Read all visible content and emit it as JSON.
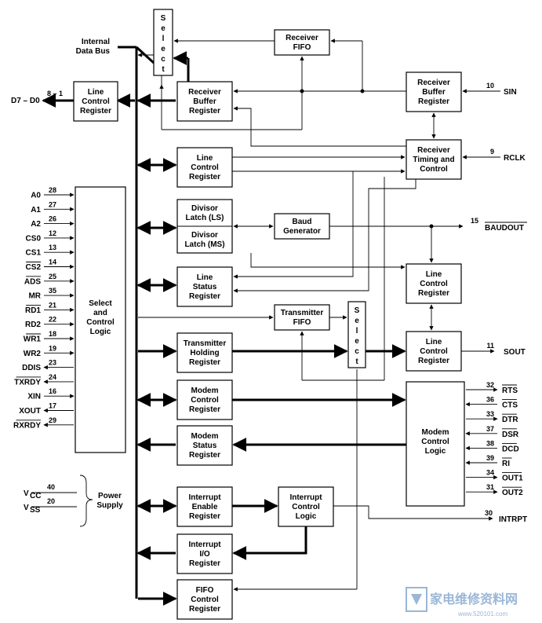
{
  "internal_bus": [
    "Internal",
    "Data Bus"
  ],
  "data_bus": {
    "label": "D7 – D0",
    "pin": "8 – 1"
  },
  "blocks": {
    "select_top": "Select",
    "receiver_fifo": [
      "Receiver",
      "FIFO"
    ],
    "line_control_left": [
      "Line",
      "Control",
      "Register"
    ],
    "receiver_buffer_inner": [
      "Receiver",
      "Buffer",
      "Register"
    ],
    "receiver_buffer_right": [
      "Receiver",
      "Buffer",
      "Register"
    ],
    "line_control_mid": [
      "Line",
      "Control",
      "Register"
    ],
    "receiver_timing": [
      "Receiver",
      "Timing and",
      "Control"
    ],
    "divisor_ls": [
      "Divisor",
      "Latch (LS)"
    ],
    "divisor_ms": [
      "Divisor",
      "Latch (MS)"
    ],
    "baud_generator": [
      "Baud",
      "Generator"
    ],
    "line_status": [
      "Line",
      "Status",
      "Register"
    ],
    "line_control_right": [
      "Line",
      "Control",
      "Register"
    ],
    "select_control_logic": [
      "Select",
      "and",
      "Control",
      "Logic"
    ],
    "transmitter_fifo": [
      "Transmitter",
      "FIFO"
    ],
    "select_bottom": "Select",
    "transmitter_holding": [
      "Transmitter",
      "Holding",
      "Register"
    ],
    "line_control_tx": [
      "Line",
      "Control",
      "Register"
    ],
    "modem_control_reg": [
      "Modem",
      "Control",
      "Register"
    ],
    "modem_status_reg": [
      "Modem",
      "Status",
      "Register"
    ],
    "modem_control_logic": [
      "Modem",
      "Control",
      "Logic"
    ],
    "interrupt_enable": [
      "Interrupt",
      "Enable",
      "Register"
    ],
    "interrupt_control": [
      "Interrupt",
      "Control",
      "Logic"
    ],
    "interrupt_io": [
      "Interrupt",
      "I/O",
      "Register"
    ],
    "fifo_control": [
      "FIFO",
      "Control",
      "Register"
    ],
    "power_supply": [
      "Power",
      "Supply"
    ]
  },
  "right_signals": {
    "sin": {
      "label": "SIN",
      "pin": "10"
    },
    "rclk": {
      "label": "RCLK",
      "pin": "9"
    },
    "baudout": {
      "label": "BAUDOUT",
      "pin": "15"
    },
    "sout": {
      "label": "SOUT",
      "pin": "11"
    },
    "intrpt": {
      "label": "INTRPT",
      "pin": "30"
    }
  },
  "modem_signals": [
    {
      "label": "RTS",
      "pin": "32",
      "dir": "out"
    },
    {
      "label": "CTS",
      "pin": "36",
      "dir": "in"
    },
    {
      "label": "DTR",
      "pin": "33",
      "dir": "out"
    },
    {
      "label": "DSR",
      "pin": "37",
      "dir": "in"
    },
    {
      "label": "DCD",
      "pin": "38",
      "dir": "in"
    },
    {
      "label": "RI",
      "pin": "39",
      "dir": "in"
    },
    {
      "label": "OUT1",
      "pin": "34",
      "dir": "out"
    },
    {
      "label": "OUT2",
      "pin": "31",
      "dir": "out"
    }
  ],
  "left_signals": [
    {
      "label": "A0",
      "pin": "28",
      "dir": "in"
    },
    {
      "label": "A1",
      "pin": "27",
      "dir": "in"
    },
    {
      "label": "A2",
      "pin": "26",
      "dir": "in"
    },
    {
      "label": "CS0",
      "pin": "12",
      "dir": "in"
    },
    {
      "label": "CS1",
      "pin": "13",
      "dir": "in"
    },
    {
      "label": "CS2",
      "pin": "14",
      "dir": "in"
    },
    {
      "label": "ADS",
      "pin": "25",
      "dir": "in"
    },
    {
      "label": "MR",
      "pin": "35",
      "dir": "in"
    },
    {
      "label": "RD1",
      "pin": "21",
      "dir": "in"
    },
    {
      "label": "RD2",
      "pin": "22",
      "dir": "in"
    },
    {
      "label": "WR1",
      "pin": "18",
      "dir": "in"
    },
    {
      "label": "WR2",
      "pin": "19",
      "dir": "in"
    },
    {
      "label": "DDIS",
      "pin": "23",
      "dir": "out"
    },
    {
      "label": "TXRDY",
      "pin": "24",
      "dir": "out"
    },
    {
      "label": "XIN",
      "pin": "16",
      "dir": "in"
    },
    {
      "label": "XOUT",
      "pin": "17",
      "dir": "out"
    },
    {
      "label": "RXRDY",
      "pin": "29",
      "dir": "out"
    }
  ],
  "power": [
    {
      "label": "V",
      "sub": "CC",
      "pin": "40"
    },
    {
      "label": "V",
      "sub": "SS",
      "pin": "20"
    }
  ],
  "watermark": {
    "main": "家电维修资料网",
    "url": "www.520101.com"
  }
}
